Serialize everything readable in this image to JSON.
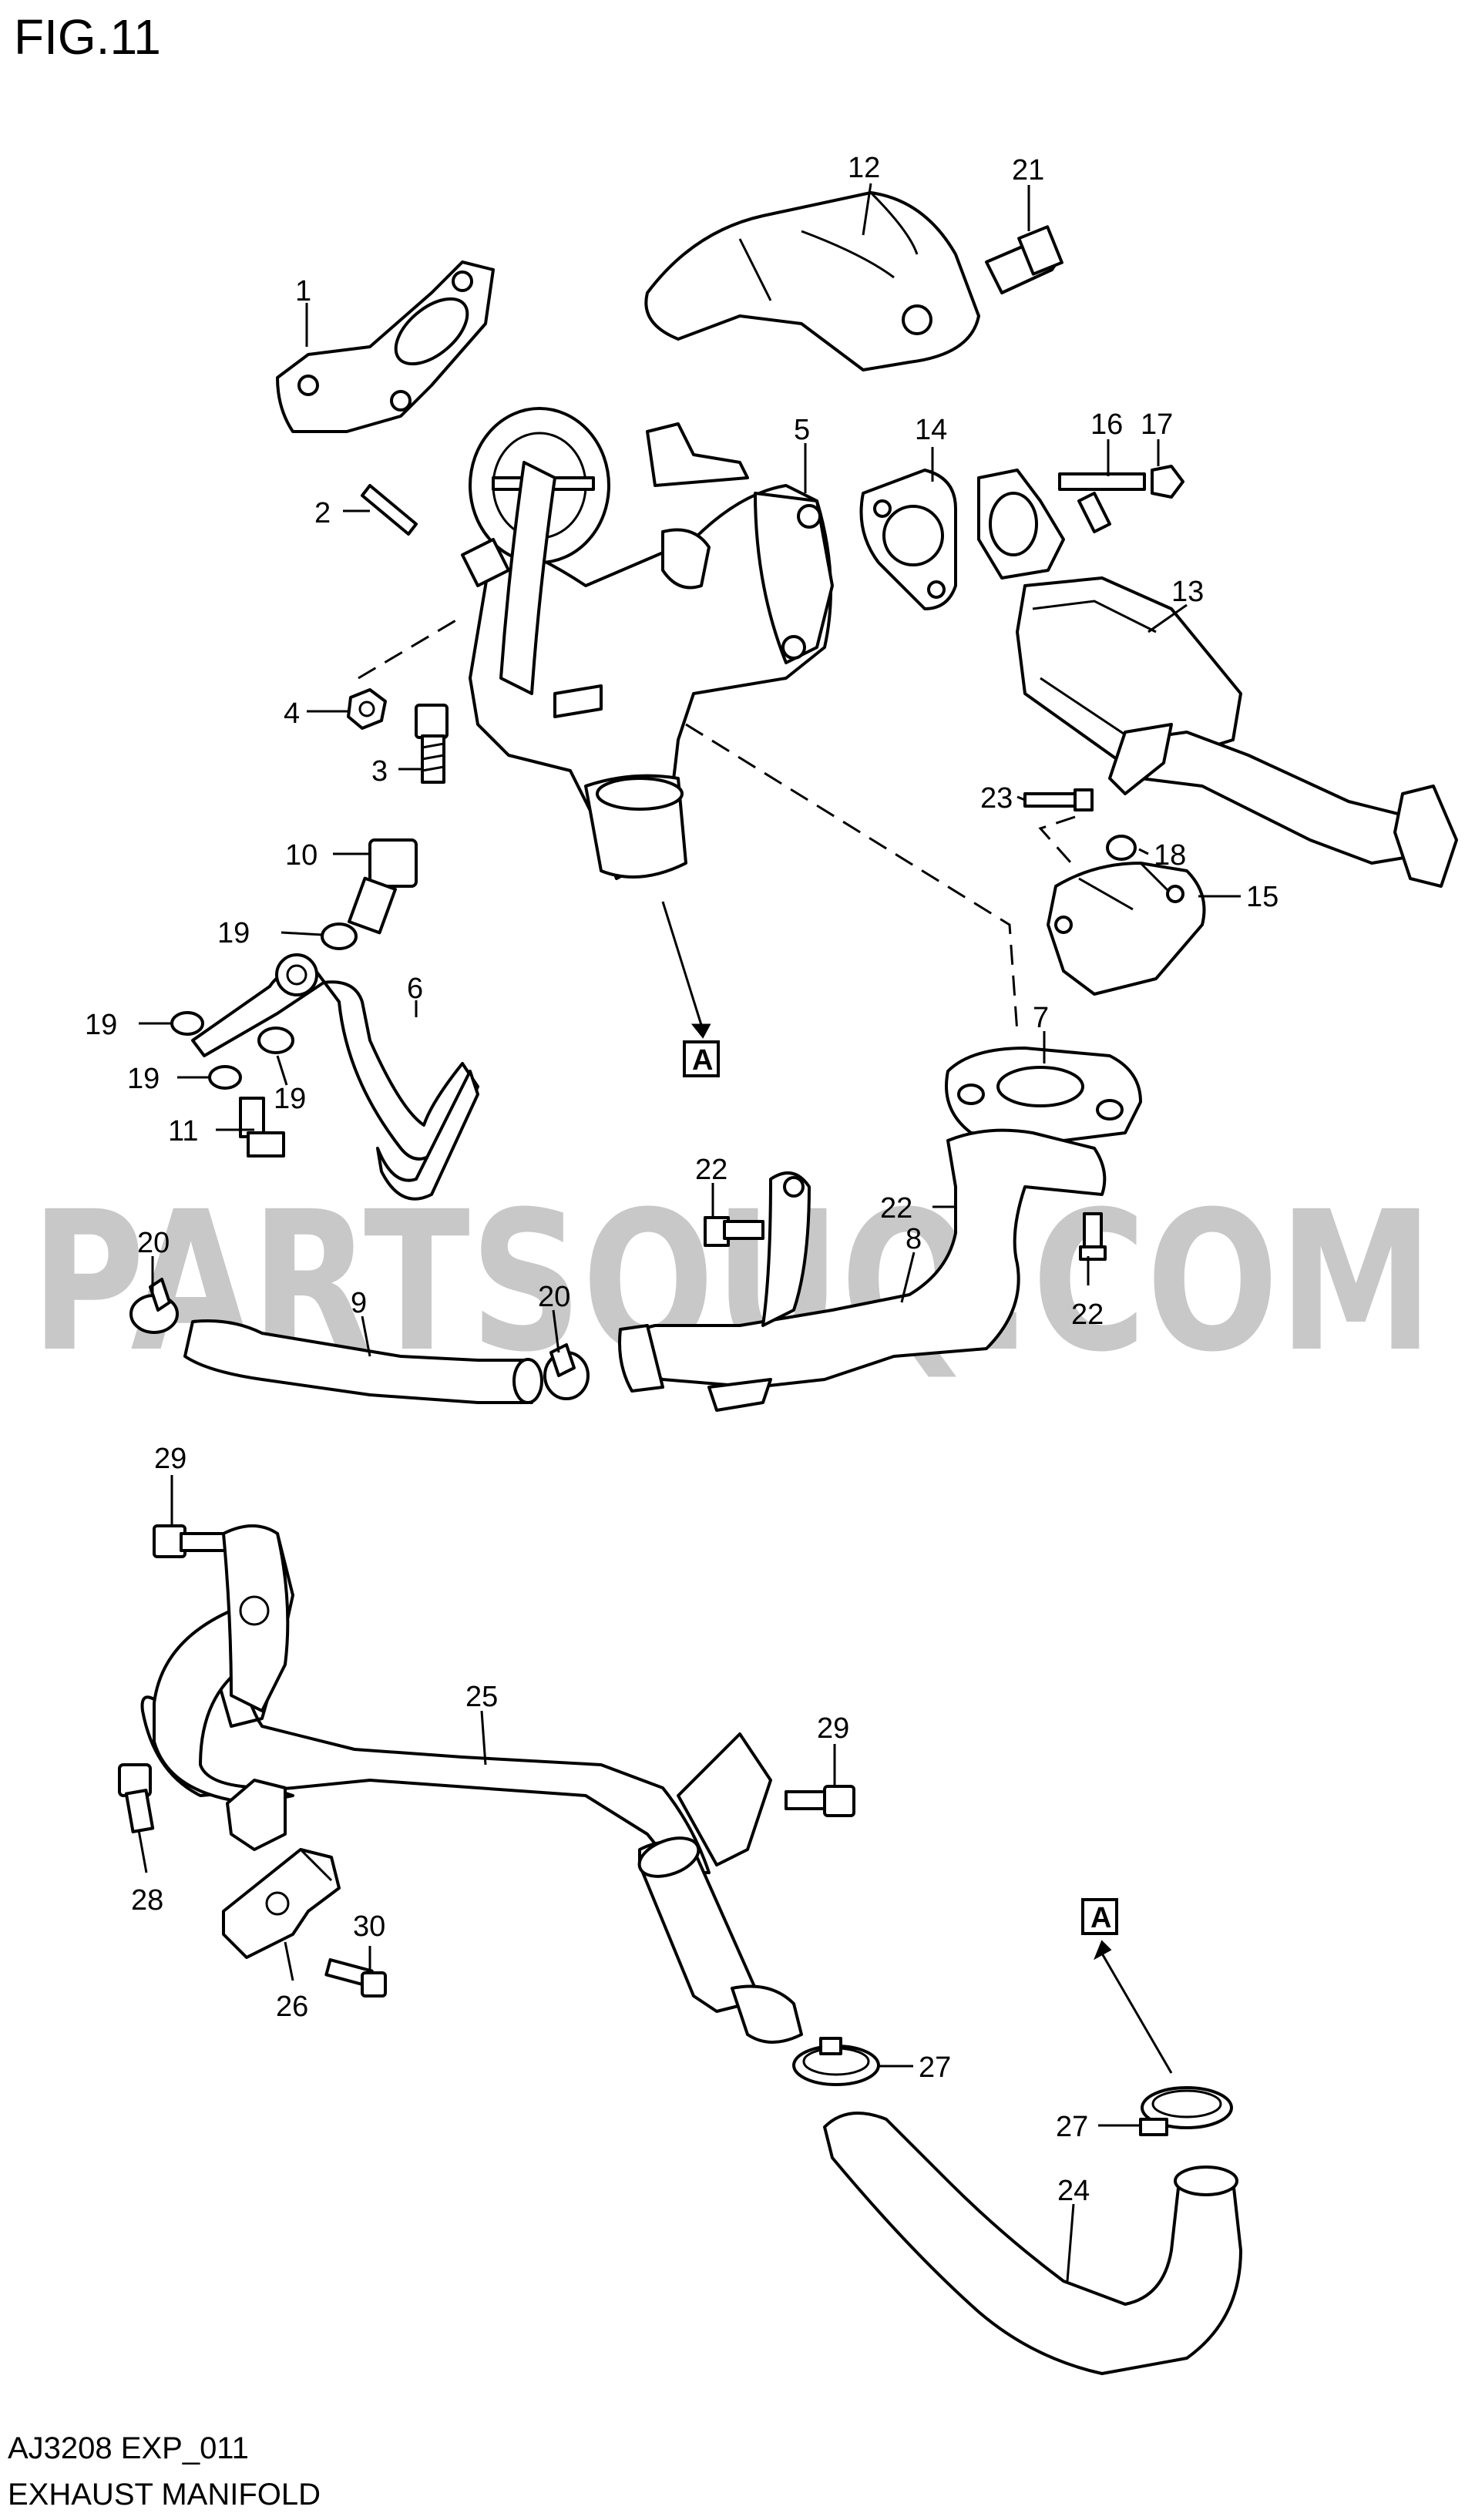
{
  "figure": {
    "title": "FIG.11"
  },
  "watermark": {
    "text": "PARTSOUQ.COM"
  },
  "footer": {
    "code": "AJ3208 EXP_011",
    "name": "EXHAUST MANIFOLD"
  },
  "refs": {
    "a1": "A",
    "a2": "A"
  },
  "callouts": {
    "c1": "1",
    "c2": "2",
    "c3": "3",
    "c4": "4",
    "c5": "5",
    "c6": "6",
    "c7": "7",
    "c8": "8",
    "c9": "9",
    "c10": "10",
    "c11": "11",
    "c12": "12",
    "c13": "13",
    "c14": "14",
    "c15": "15",
    "c16": "16",
    "c17": "17",
    "c18": "18",
    "c19a": "19",
    "c19b": "19",
    "c19c": "19",
    "c19d": "19",
    "c20a": "20",
    "c20b": "20",
    "c21": "21",
    "c22a": "22",
    "c22b": "22",
    "c22c": "22",
    "c23": "23",
    "c24": "24",
    "c25": "25",
    "c26": "26",
    "c27a": "27",
    "c27b": "27",
    "c28": "28",
    "c29a": "29",
    "c29b": "29",
    "c30": "30"
  }
}
